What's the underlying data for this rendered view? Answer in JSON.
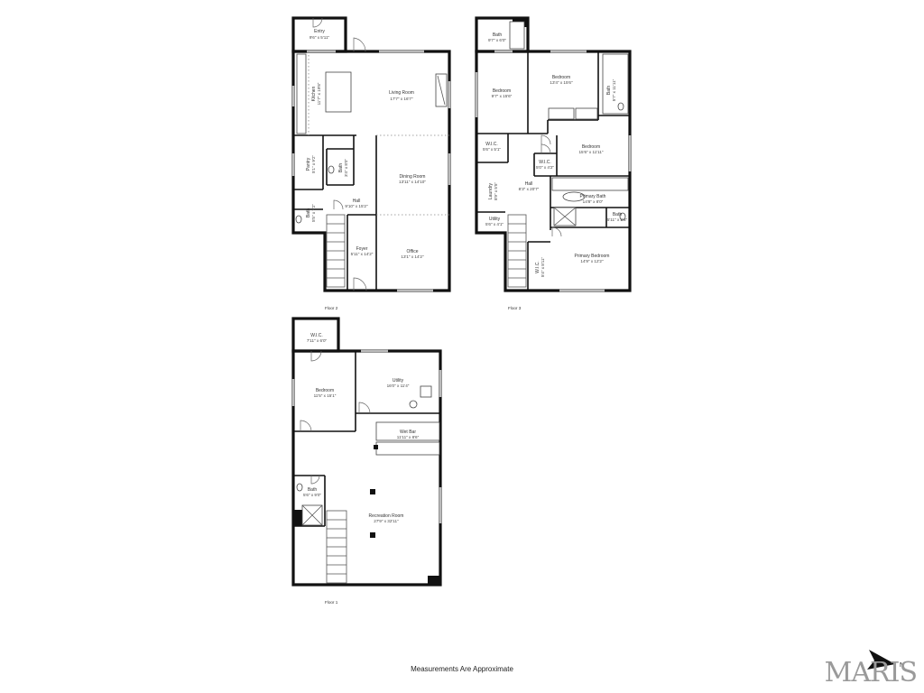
{
  "floors": {
    "floor2": {
      "label": "Floor 2",
      "rooms": [
        {
          "name": "Entry",
          "dims": "9'6\" x 5'11\""
        },
        {
          "name": "Living Room",
          "dims": "17'7\" x 16'7\""
        },
        {
          "name": "Kitchen",
          "dims": "11'7\" x 19'8\""
        },
        {
          "name": "Pantry",
          "dims": "5'1\" x 9'2\""
        },
        {
          "name": "Bath",
          "dims": "3'4\" x 8'0\""
        },
        {
          "name": "Dining Room",
          "dims": "13'11\" x 14'10\""
        },
        {
          "name": "Hall",
          "dims": "9'10\" x 15'2\""
        },
        {
          "name": "Bath",
          "dims": "5'5\" x 7'2\""
        },
        {
          "name": "Foyer",
          "dims": "5'11\" x 14'2\""
        },
        {
          "name": "Office",
          "dims": "13'1\" x 14'2\""
        }
      ]
    },
    "floor3": {
      "label": "Floor 3",
      "rooms": [
        {
          "name": "Bath",
          "dims": "9'7\" x 6'0\""
        },
        {
          "name": "Bedroom",
          "dims": "9'7\" x 15'6\""
        },
        {
          "name": "Bedroom",
          "dims": "13'4\" x 15'6\""
        },
        {
          "name": "Bath",
          "dims": "5'7\" x 11'11\""
        },
        {
          "name": "W.I.C.",
          "dims": "5'6\" x 5'1\""
        },
        {
          "name": "Bedroom",
          "dims": "15'6\" x 11'11\""
        },
        {
          "name": "W.I.C.",
          "dims": "5'0\" x 4'2\""
        },
        {
          "name": "Hall",
          "dims": "8'3\" x 20'7\""
        },
        {
          "name": "Laundry",
          "dims": "8'9\" x 5'5\""
        },
        {
          "name": "Primary Bath",
          "dims": "14'8\" x 8'0\""
        },
        {
          "name": "Utility",
          "dims": "5'6\" x 4'1\""
        },
        {
          "name": "Bath",
          "dims": "5'11\" x 2'6\""
        },
        {
          "name": "W.I.C.",
          "dims": "5'4\" x 8'11\""
        },
        {
          "name": "Primary Bedroom",
          "dims": "14'9\" x 12'2\""
        }
      ]
    },
    "floor1": {
      "label": "Floor 1",
      "rooms": [
        {
          "name": "W.I.C.",
          "dims": "7'11\" x 6'0\""
        },
        {
          "name": "Utility",
          "dims": "16'0\" x 11'4\""
        },
        {
          "name": "Bedroom",
          "dims": "11'5\" x 15'1\""
        },
        {
          "name": "Wet Bar",
          "dims": "11'11\" x 8'6\""
        },
        {
          "name": "Bath",
          "dims": "5'6\" x 9'0\""
        },
        {
          "name": "Recreation Room",
          "dims": "27'9\" x 32'11\""
        }
      ]
    }
  },
  "footer": "Measurements Are Approximate",
  "logo": "MARIS",
  "icons": {
    "compass": "north-arrow-icon"
  }
}
